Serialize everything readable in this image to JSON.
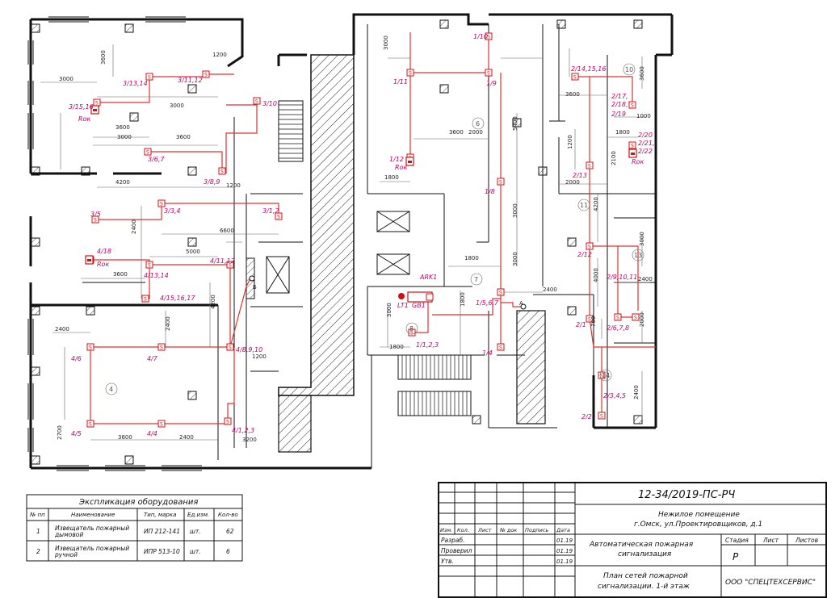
{
  "plan": {
    "room_numbers": [
      "6",
      "7",
      "8",
      "10",
      "11",
      "13",
      "14",
      "4"
    ],
    "dimensions": [
      "3600",
      "1200",
      "3000",
      "3/11,12",
      "3000",
      "3600",
      "3000",
      "3600",
      "4200",
      "1200",
      "6600",
      "5000",
      "2400",
      "3600",
      "4200",
      "2400",
      "2400",
      "1200",
      "3600",
      "2400",
      "2700",
      "3200",
      "3000",
      "1800",
      "1800",
      "3600",
      "5400",
      "3000",
      "3000",
      "1800",
      "2400",
      "3000",
      "1800",
      "3600",
      "2000",
      "1200",
      "1800",
      "2000",
      "2100",
      "4200",
      "3000",
      "4000",
      "2400",
      "700",
      "2000",
      "2400",
      "1000",
      "3600"
    ],
    "detector_labels": [
      "3/13,14",
      "3/11,12",
      "3/15,16",
      "3/10",
      "3/6,7",
      "3/8,9",
      "3/5",
      "3/3,4",
      "3/1,2",
      "4/18",
      "4/13,14",
      "4/11,12",
      "4/15,16,17",
      "4/6",
      "4/7",
      "4/8,9,10",
      "4/5",
      "4/4",
      "4/1,2,3",
      "1/10",
      "1/11",
      "1/9",
      "1/12",
      "1/8",
      "1/5,6,7",
      "1/4",
      "1/1,2,3",
      "2/14,15,16",
      "2/17,",
      "2/18,",
      "2/19",
      "2/20",
      "2/21,",
      "2/22",
      "2/13",
      "2/12",
      "2/9,10,11",
      "2/6,7,8",
      "2/1",
      "2/3,4,5",
      "2/2"
    ],
    "device_labels": [
      "Rок",
      "Rок",
      "Rок",
      "Rок",
      "ARK1",
      "LT1",
      "GB1",
      "A",
      "Б"
    ]
  },
  "explication": {
    "title": "Экспликация оборудования",
    "headers": [
      "№ пп",
      "Наименование",
      "Тип, марка",
      "Ед.изм.",
      "Кол-во"
    ],
    "rows": [
      [
        "1",
        "Извещатель пожарный дымовой",
        "ИП 212-141",
        "шт.",
        "62"
      ],
      [
        "2",
        "Извещатель пожарный ручной",
        "ИПР 513-10",
        "шт.",
        "6"
      ]
    ]
  },
  "title_block": {
    "code": "12-34/2019-ПС-РЧ",
    "object_line1": "Нежилое помещение",
    "object_line2": "г.Омск, ул.Проектировщиков, д.1",
    "col_headers": [
      "Изм.",
      "Кол.",
      "Лист",
      "№ док",
      "Подпись",
      "Дата"
    ],
    "roles": [
      "Разраб.",
      "Проверил",
      "Утв."
    ],
    "dates": [
      "01.19",
      "01.19",
      "01.19"
    ],
    "system_line1": "Автоматическая пожарная",
    "system_line2": "сигнализация",
    "stage_header": "Стадия",
    "sheet_header": "Лист",
    "sheets_header": "Листов",
    "stage_value": "Р",
    "drawing_line1": "План сетей пожарной",
    "drawing_line2": "сигнализации. 1-й этаж",
    "company": "ООО \"СПЕЦТЕХСЕРВИС\""
  }
}
